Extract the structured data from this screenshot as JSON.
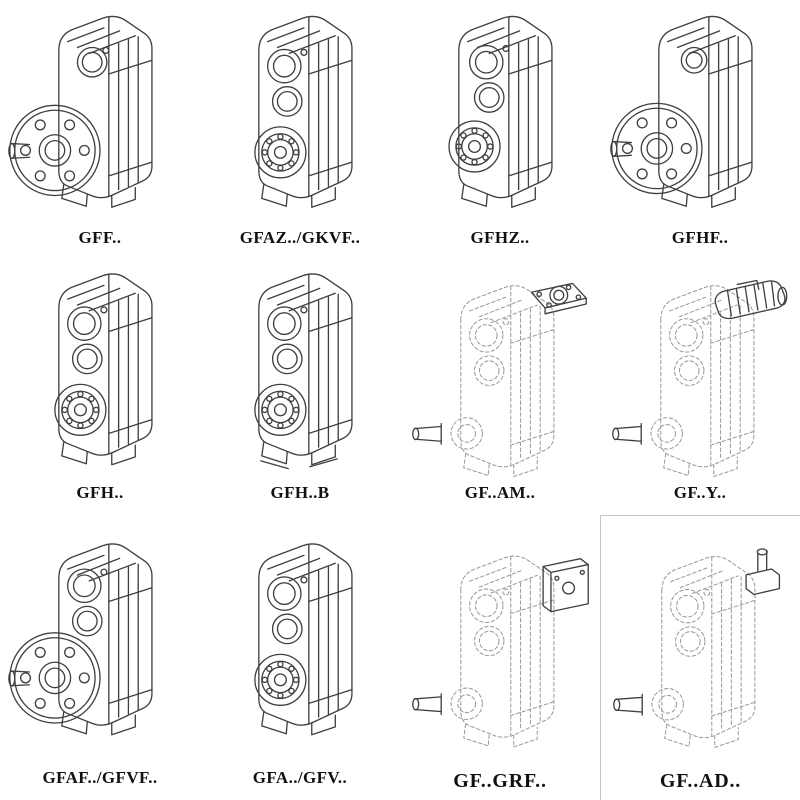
{
  "page": {
    "background": "#ffffff",
    "grid": {
      "columns": 4,
      "rows": 3
    }
  },
  "colors": {
    "solid_stroke": "#3f3f3f",
    "phantom_stroke": "#959ba1",
    "label_color": "#111111",
    "frame_border": "#c6c6c6"
  },
  "cells": [
    {
      "label": "GFF..",
      "drawing": "flange-mounted-gearbox-drawing",
      "line_style": "solid"
    },
    {
      "label": "GFAZ../GKVF..",
      "drawing": "hollow-shaft-gearbox-drawing",
      "line_style": "solid"
    },
    {
      "label": "GFHZ..",
      "drawing": "hollow-shaft-gearbox-drawing",
      "line_style": "solid"
    },
    {
      "label": "GFHF..",
      "drawing": "flange-mounted-gearbox-drawing",
      "line_style": "solid"
    },
    {
      "label": "GFH..",
      "drawing": "shaft-mounted-gearbox-drawing",
      "line_style": "solid"
    },
    {
      "label": "GFH..B",
      "drawing": "shaft-mounted-gearbox-with-base-drawing",
      "line_style": "solid"
    },
    {
      "label": "GF..AM..",
      "drawing": "phantom-gearbox-with-input-flange-drawing",
      "line_style": "phantom"
    },
    {
      "label": "GF..Y..",
      "drawing": "phantom-gearbox-with-motor-drawing",
      "line_style": "phantom"
    },
    {
      "label": "GFAF../GFVF..",
      "drawing": "flange-mounted-gearbox-drawing",
      "line_style": "solid"
    },
    {
      "label": "GFA../GFV..",
      "drawing": "shaft-mounted-gearbox-drawing",
      "line_style": "solid"
    },
    {
      "label": "GF..GRF..",
      "drawing": "phantom-gearbox-with-adapter-box-drawing",
      "line_style": "phantom"
    },
    {
      "label": "GF..AD..",
      "drawing": "phantom-gearbox-with-input-shaft-drawing",
      "line_style": "phantom"
    }
  ]
}
